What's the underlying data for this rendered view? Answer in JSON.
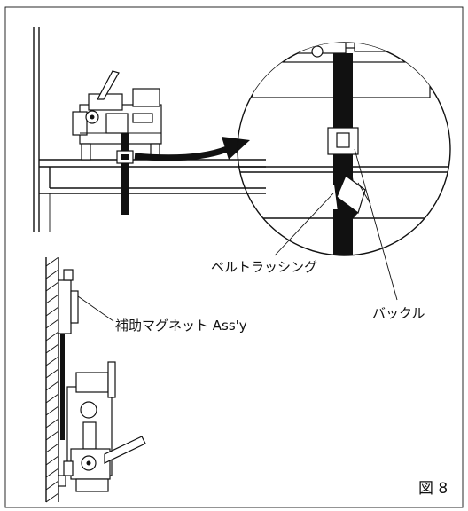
{
  "labels": {
    "belt_lashing": "ベルトラッシング",
    "buckle": "バックル",
    "aux_magnet": "補助マグネット Ass'y",
    "figure_number": "図 8"
  },
  "icons": {
    "pointer_arrow": "curved-arrow-icon"
  }
}
